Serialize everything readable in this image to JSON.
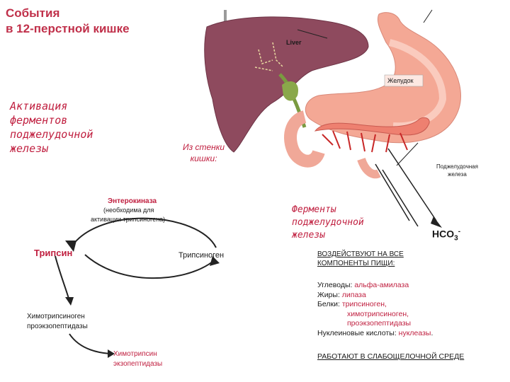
{
  "title": [
    "События",
    "в 12-перстной кишке"
  ],
  "organ_labels": {
    "liver": "Liver",
    "stomach": "Желудок",
    "pancreas": [
      "Поджелудочная",
      "железа"
    ]
  },
  "activation_heading": [
    "Активация",
    "ферментов",
    "поджелудочной",
    "железы"
  ],
  "intestinal_wall": [
    "Из стенки",
    "кишки:"
  ],
  "enterokinase": {
    "name": "Энтерокиназа",
    "note_line1": "(необходима для",
    "note_line2": "активации трипсиногена)"
  },
  "trypsin": "Трипсин",
  "trypsinogen": "Трипсиноген",
  "chymotrypsinogen": [
    "Химотрипсиноген",
    "проэкзопептидазы"
  ],
  "chymotrypsin": [
    "Химотрипсин",
    "экзопептидазы"
  ],
  "pancreatic_enzymes": [
    "Ферменты",
    "поджелудочной",
    "железы"
  ],
  "bicarbonate": {
    "base": "HCO",
    "sub": "3",
    "sup": "-"
  },
  "acts_on": [
    "ВОЗДЕЙСТВУЮТ НА ВСЕ",
    "КОМПОНЕНТЫ ПИЩИ:"
  ],
  "nutrients": [
    {
      "label": "Углеводы: ",
      "enzyme": "альфа-амилаза"
    },
    {
      "label": "Жиры: ",
      "enzyme": "липаза"
    },
    {
      "label": "Белки: ",
      "enzyme": "трипсиноген,"
    }
  ],
  "protein_more": [
    "химотрипсиноген,",
    "проэкзопептидазы"
  ],
  "nucleic": {
    "label": "Нуклеиновые кислоты: ",
    "enzyme": "нуклеазы",
    "end": "."
  },
  "footer": "РАБОТАЮТ В СЛАБОЩЕЛОЧНОЙ СРЕДЕ",
  "colors": {
    "title": "#c0304a",
    "accent": "#c02040",
    "liver": "#8e4a5e",
    "stomach": "#f2a090",
    "pancreas": "#e87a70"
  }
}
